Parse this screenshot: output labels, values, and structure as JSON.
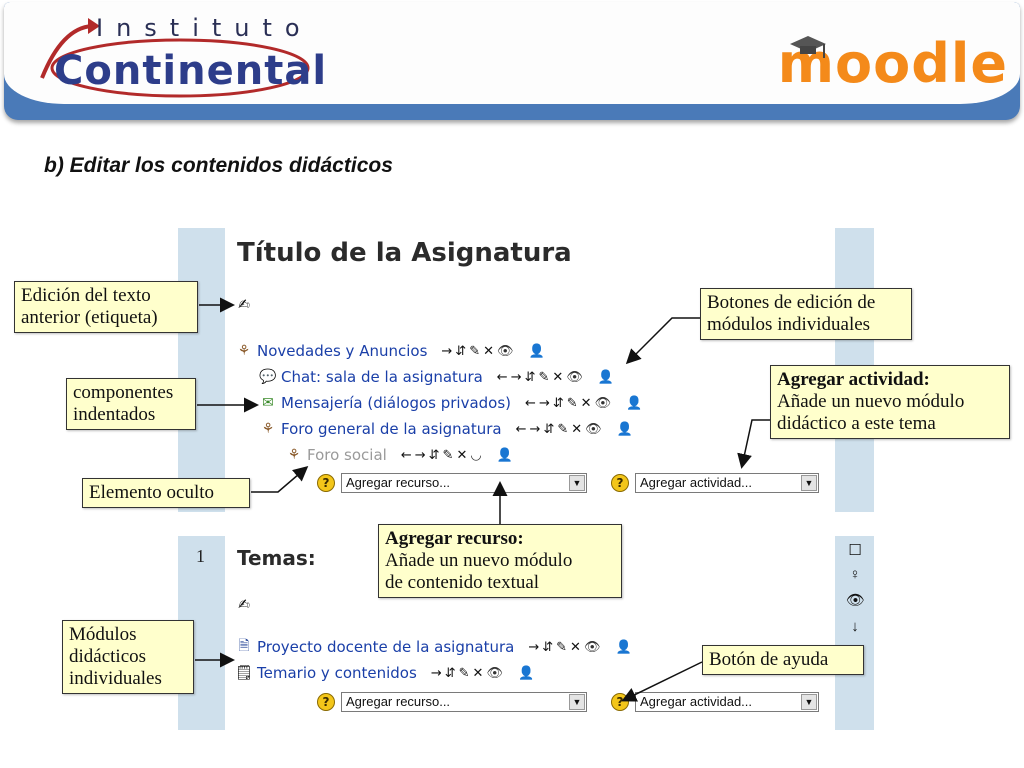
{
  "header": {
    "logo_line1": "Instituto",
    "logo_line2": "Continental",
    "brand": "moodle"
  },
  "section_title": "b) Editar los contenidos didácticos",
  "panel1": {
    "title": "Título de la Asignatura",
    "activities": [
      {
        "label": "Novedades y Anuncios",
        "icon": "forum-icon",
        "controls": [
          "→",
          "⇵",
          "✎",
          "✕",
          "👁",
          "👤"
        ]
      },
      {
        "label": "Chat: sala de la asignatura",
        "icon": "chat-icon",
        "controls": [
          "←",
          "→",
          "⇵",
          "✎",
          "✕",
          "👁",
          "👤"
        ]
      },
      {
        "label": "Mensajería (diálogos privados)",
        "icon": "message-icon",
        "controls": [
          "←",
          "→",
          "⇵",
          "✎",
          "✕",
          "👁",
          "👤"
        ]
      },
      {
        "label": "Foro general de la asignatura",
        "icon": "forum-icon",
        "controls": [
          "←",
          "→",
          "⇵",
          "✎",
          "✕",
          "👁",
          "👤"
        ]
      },
      {
        "label": "Foro social",
        "icon": "forum-icon",
        "controls": [
          "←",
          "→",
          "⇵",
          "✎",
          "✕",
          "◡",
          "👤"
        ]
      }
    ],
    "add_resource": "Agregar recurso...",
    "add_activity": "Agregar actividad..."
  },
  "panel2": {
    "number": "1",
    "title": "Temas:",
    "activities": [
      {
        "label": "Proyecto docente de la asignatura",
        "icon": "page-icon",
        "controls": [
          "→",
          "⇵",
          "✎",
          "✕",
          "👁",
          "👤"
        ]
      },
      {
        "label": "Temario y contenidos",
        "icon": "text-icon",
        "controls": [
          "→",
          "⇵",
          "✎",
          "✕",
          "👁",
          "👤"
        ]
      }
    ],
    "add_resource": "Agregar recurso...",
    "add_activity": "Agregar actividad..."
  },
  "callouts": {
    "edit_text": [
      "Edición del texto",
      "anterior (etiqueta)"
    ],
    "buttons": [
      "Botones de edición de",
      "módulos individuales"
    ],
    "indented": [
      "componentes",
      "indentados"
    ],
    "add_activity_title": "Agregar actividad:",
    "add_activity_desc": [
      "Añade un nuevo módulo",
      "didáctico a este tema"
    ],
    "hidden": "Elemento oculto",
    "add_resource_title": "Agregar recurso:",
    "add_resource_desc": [
      "Añade un nuevo módulo",
      "de contenido textual"
    ],
    "modules": [
      "Módulos",
      "didácticos",
      "individuales"
    ],
    "help": "Botón de ayuda"
  }
}
